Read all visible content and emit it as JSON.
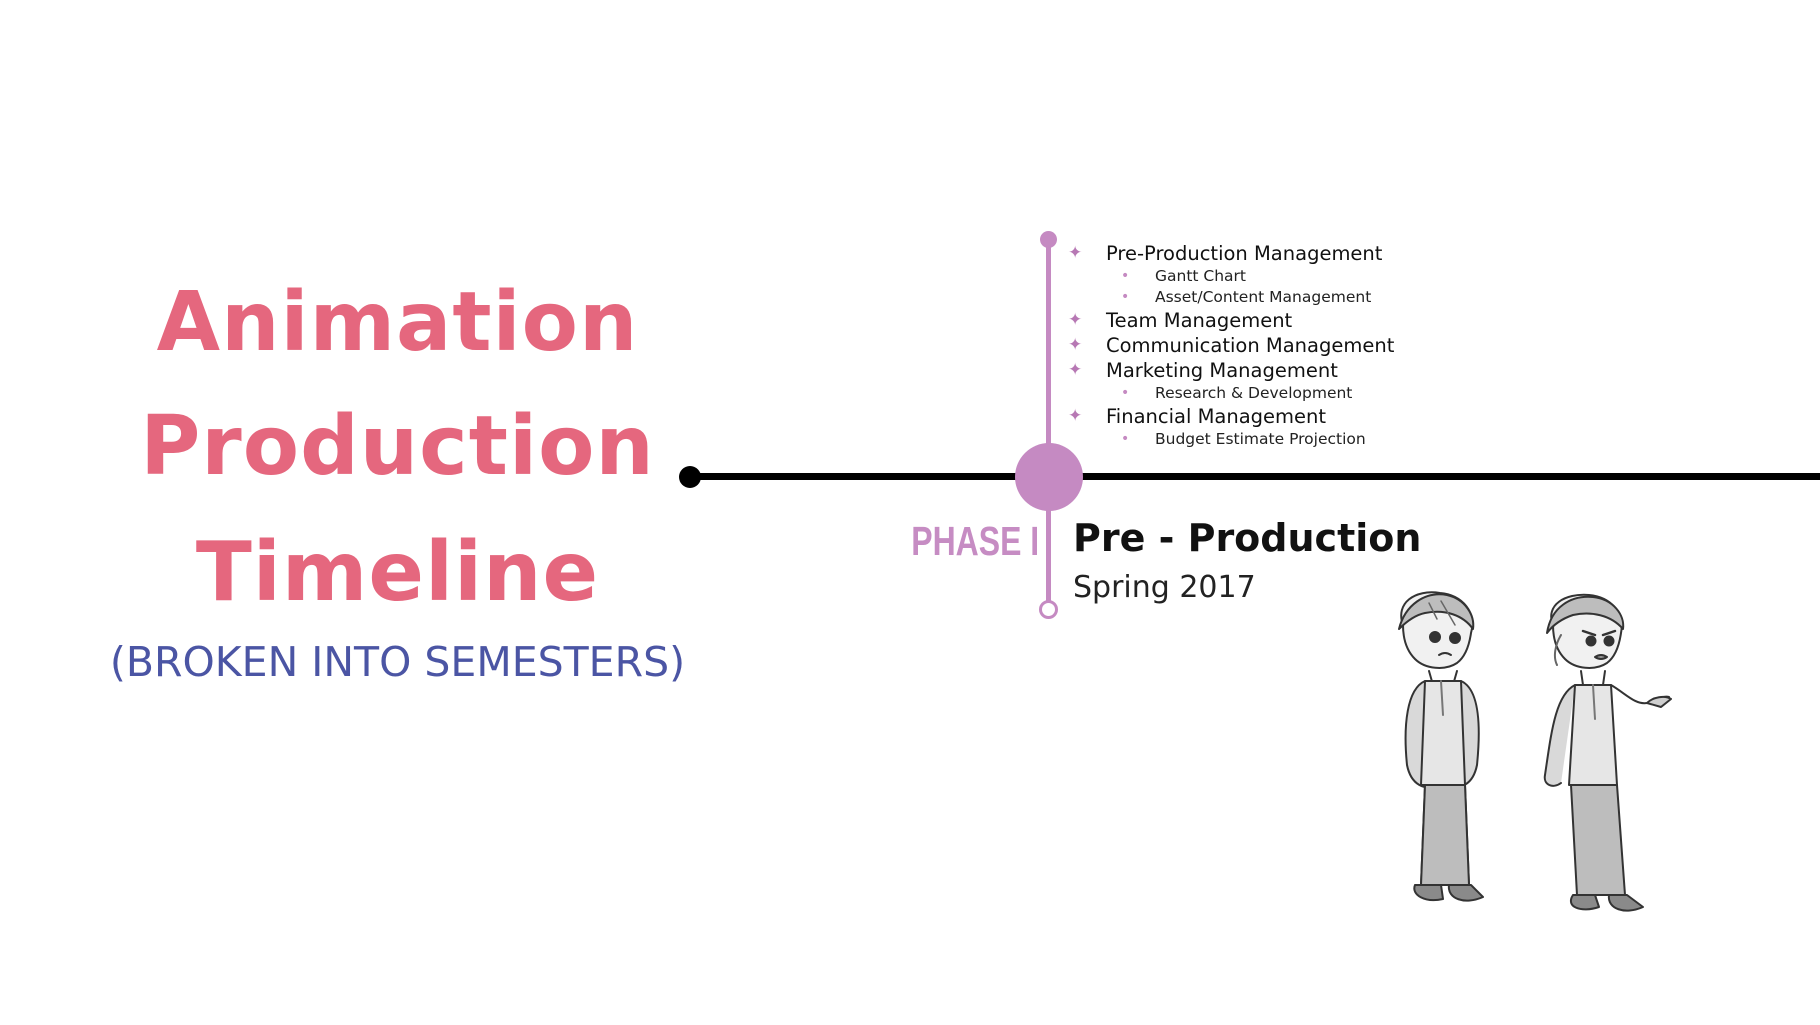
{
  "title": {
    "line1": "Animation",
    "line2": "Production",
    "line3": "Timeline",
    "subtitle": "(BROKEN INTO SEMESTERS)"
  },
  "colors": {
    "title": "#e5677e",
    "subtitle": "#4b55a4",
    "phase_accent": "#c58ac2",
    "timeline": "#000000"
  },
  "phase": {
    "label": "PHASE I",
    "name": "Pre - Production",
    "date": "Spring 2017",
    "tasks": [
      {
        "label": "Pre-Production Management",
        "subtasks": [
          "Gantt Chart",
          "Asset/Content Management"
        ]
      },
      {
        "label": "Team Management",
        "subtasks": []
      },
      {
        "label": "Communication Management",
        "subtasks": []
      },
      {
        "label": "Marketing Management",
        "subtasks": [
          "Research & Development"
        ]
      },
      {
        "label": "Financial Management",
        "subtasks": [
          "Budget Estimate Projection"
        ]
      }
    ]
  },
  "icons": {
    "task_bullet": "four-point-star-icon",
    "subtask_bullet": "dot-icon",
    "illustration": "sketch-characters"
  }
}
